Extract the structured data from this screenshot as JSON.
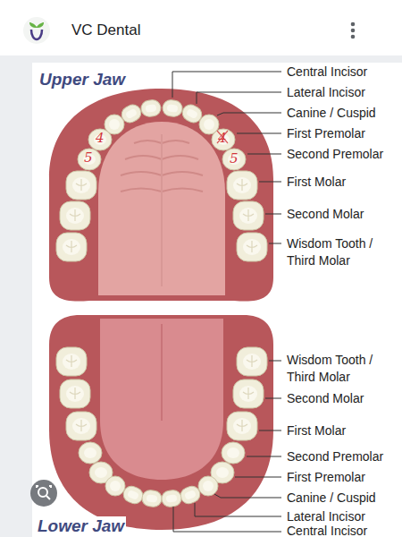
{
  "diagram": {
    "labels": [
      "VC Dental",
      "Upper Jaw",
      "Central Incisor",
      "Lateral Incisor",
      "Canine / Cuspid",
      "First Premolar",
      "Second Premolar",
      "First Molar",
      "Second Molar",
      "Wisdom Tooth / Third Molar",
      "5",
      "4",
      "4",
      "5",
      "Wisdom Tooth / Third Molar",
      "Second Molar",
      "First Molar",
      "Second Premolar",
      "First Premolar",
      "Canine / Cuspid",
      "Lateral Incisor",
      "Central Incisor",
      "Lower Jaw"
    ]
  }
}
